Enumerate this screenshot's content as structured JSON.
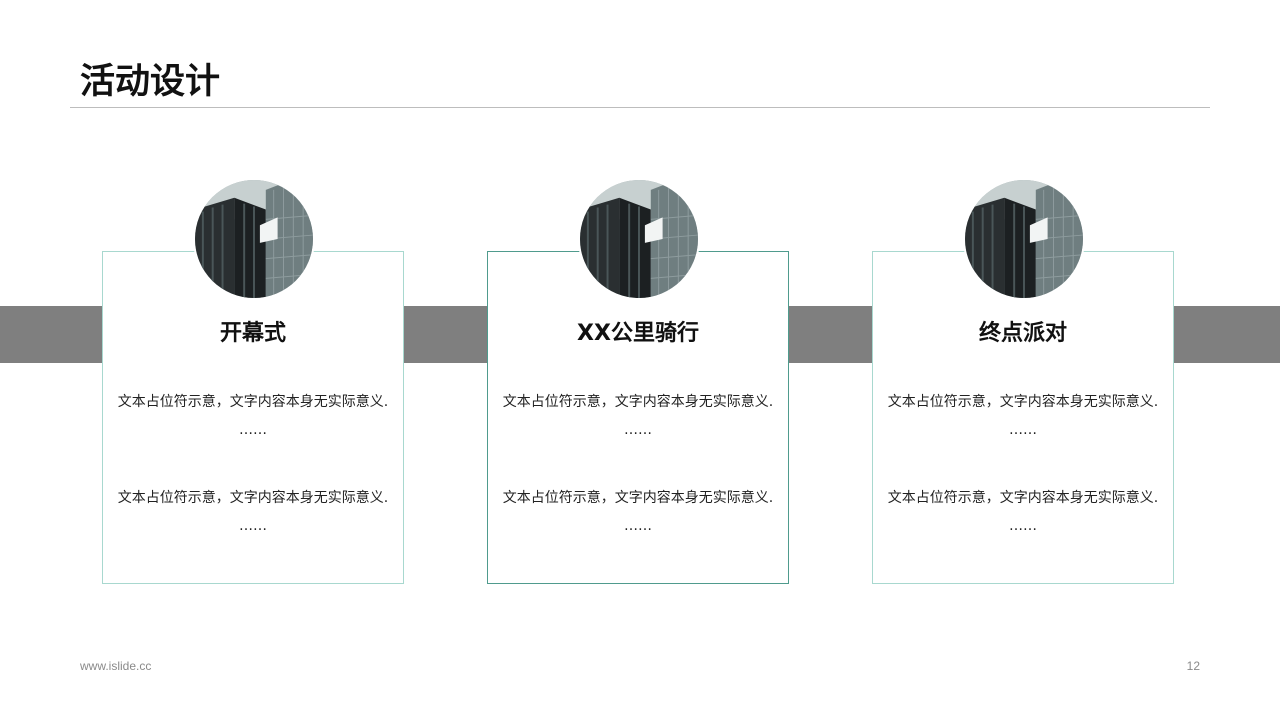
{
  "title": "活动设计",
  "cards": [
    {
      "title": "开幕式",
      "paragraphs": [
        {
          "line": "文本占位符示意，文字内容本身无实际意义.",
          "ellipsis": "……"
        },
        {
          "line": "文本占位符示意，文字内容本身无实际意义.",
          "ellipsis": "……"
        }
      ]
    },
    {
      "title": "XX公里骑行",
      "paragraphs": [
        {
          "line": "文本占位符示意，文字内容本身无实际意义.",
          "ellipsis": "……"
        },
        {
          "line": "文本占位符示意，文字内容本身无实际意义.",
          "ellipsis": "……"
        }
      ]
    },
    {
      "title": "终点派对",
      "paragraphs": [
        {
          "line": "文本占位符示意，文字内容本身无实际意义.",
          "ellipsis": "……"
        },
        {
          "line": "文本占位符示意，文字内容本身无实际意义.",
          "ellipsis": "……"
        }
      ]
    }
  ],
  "footer": {
    "url": "www.islide.cc",
    "page": "12"
  },
  "colors": {
    "band": "#7f7f7f",
    "card_border": "#a8d8cf",
    "card_border_active": "#4f9b8d",
    "rule": "#bdbdbd"
  },
  "icons": [
    "building-photo"
  ]
}
